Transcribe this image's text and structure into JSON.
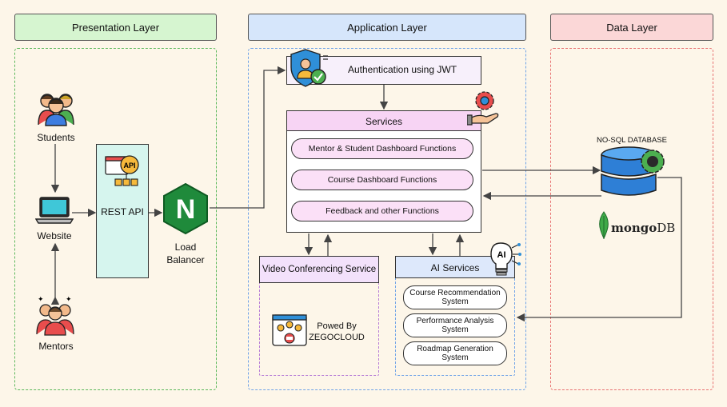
{
  "layers": {
    "presentation": "Presentation Layer",
    "application": "Application Layer",
    "data": "Data Layer"
  },
  "presentation": {
    "students": "Students",
    "website": "Website",
    "mentors": "Mentors",
    "rest_api": "REST API",
    "api_badge": "API",
    "load_balancer": [
      "Load",
      "Balancer"
    ],
    "nginx_letter": "N"
  },
  "application": {
    "auth": "Authentication using JWT",
    "services_title": "Services",
    "services": [
      "Mentor & Student Dashboard Functions",
      "Course Dashboard Functions",
      "Feedback and other Functions"
    ],
    "video": "Video Conferencing Service",
    "powered_by": [
      "Powed By",
      "ZEGOCLOUD"
    ],
    "ai_title": "AI Services",
    "ai_badge": "AI",
    "ai_items": [
      [
        "Course Recommendation",
        "System"
      ],
      [
        "Performance Analysis",
        "System"
      ],
      [
        "Roadmap Generation",
        "System"
      ]
    ]
  },
  "data_layer": {
    "db_label": "NO-SQL DATABASE",
    "mongo_a": "mongo",
    "mongo_b": "DB"
  },
  "colors": {
    "presentation": "#d6f5d0",
    "presentation_border": "#5cb85c",
    "application": "#d6e6fb",
    "application_border": "#6fa3e8",
    "data": "#fbd7d7",
    "data_border": "#e87272",
    "services_header": "#f7d4f4",
    "rest_api": "#d6f5ee",
    "nginx": "#1f8a3b",
    "db": "#2e7fd6"
  }
}
